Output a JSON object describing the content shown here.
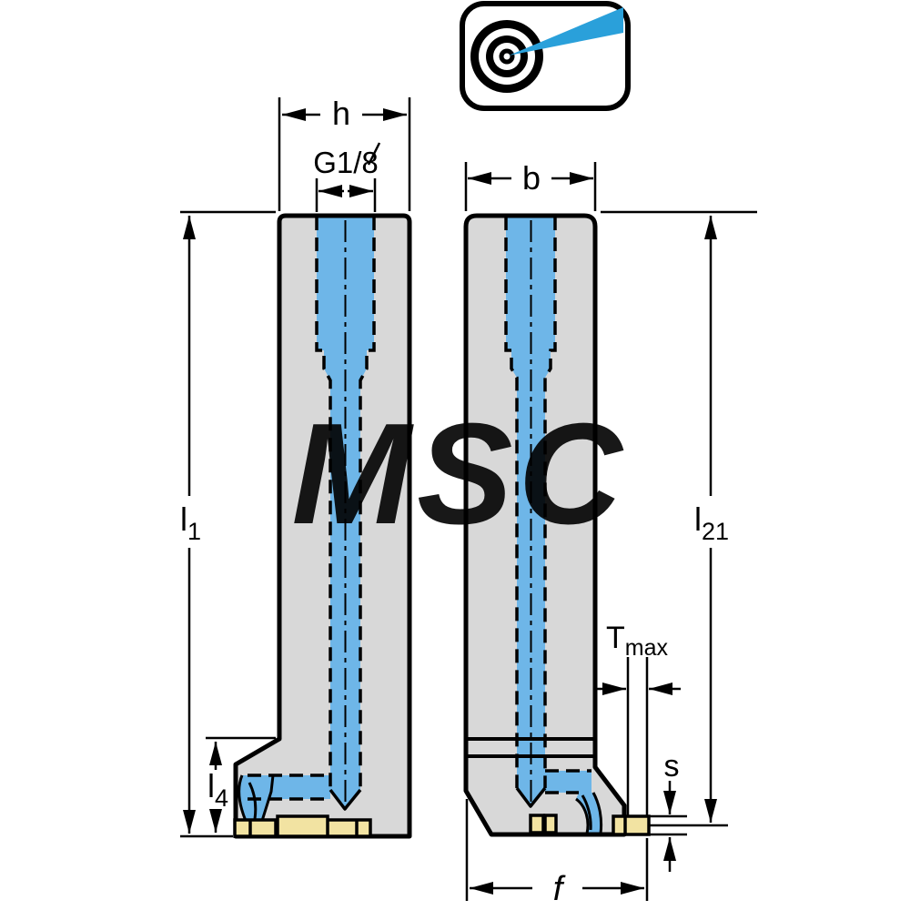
{
  "watermark": "MSC",
  "logo": {
    "icon": "target-with-arrow",
    "accent_blue": "#2aa0da"
  },
  "colors": {
    "outline": "#000000",
    "body_gray": "#d8d8d8",
    "coolant_blue": "#6eb6e8",
    "insert_yellow": "#f2e3a2",
    "watermark_gray": "#e9e9e9",
    "background": "#ffffff"
  },
  "dims": {
    "h": "h",
    "thread": "G1/8",
    "b": "b",
    "l1": {
      "base": "l",
      "sub": "1"
    },
    "l4": {
      "base": "l",
      "sub": "4"
    },
    "l21": {
      "base": "l",
      "sub": "21"
    },
    "tmax": {
      "base": "T",
      "sub": "max"
    },
    "s": "s",
    "f": "f"
  }
}
